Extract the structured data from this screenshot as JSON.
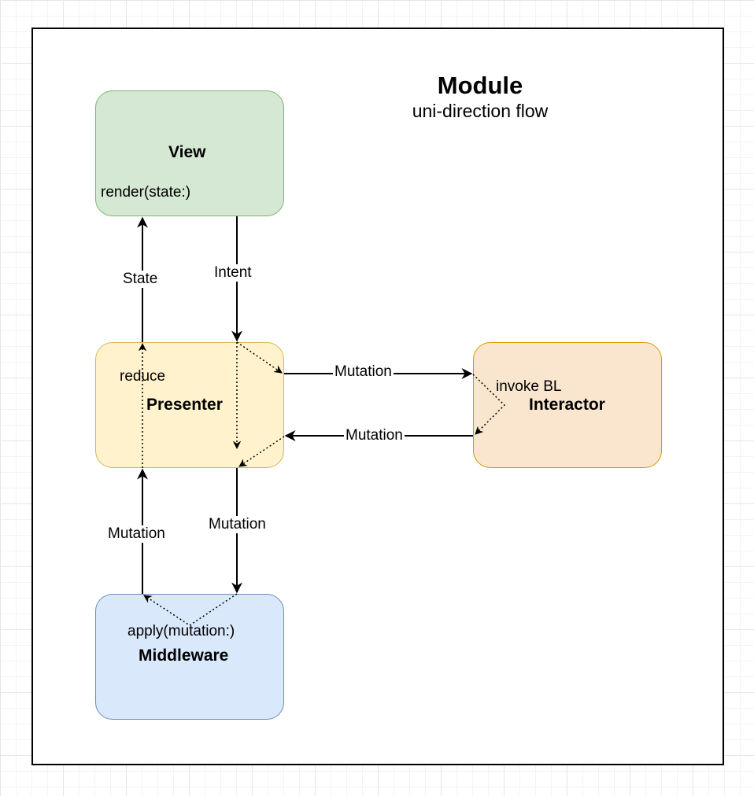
{
  "title": "Module",
  "subtitle": "uni-direction flow",
  "colors": {
    "view_fill": "#d5e8d4",
    "view_stroke": "#82b366",
    "presenter_fill": "#fff2cc",
    "presenter_stroke": "#d6b656",
    "interactor_fill": "#fae5cf",
    "interactor_stroke": "#d79b00",
    "middleware_fill": "#dae8fc",
    "middleware_stroke": "#6c8ebf"
  },
  "nodes": {
    "view": {
      "name": "View",
      "method": "render(state:)"
    },
    "presenter": {
      "name": "Presenter",
      "method": "reduce"
    },
    "interactor": {
      "name": "Interactor",
      "method": "invoke BL"
    },
    "middleware": {
      "name": "Middleware",
      "method": "apply(mutation:)"
    }
  },
  "edges": {
    "presenter_to_view": "State",
    "view_to_presenter": "Intent",
    "presenter_to_interactor": "Mutation",
    "interactor_to_presenter": "Mutation",
    "presenter_to_middleware": "Mutation",
    "middleware_to_presenter": "Mutation"
  }
}
